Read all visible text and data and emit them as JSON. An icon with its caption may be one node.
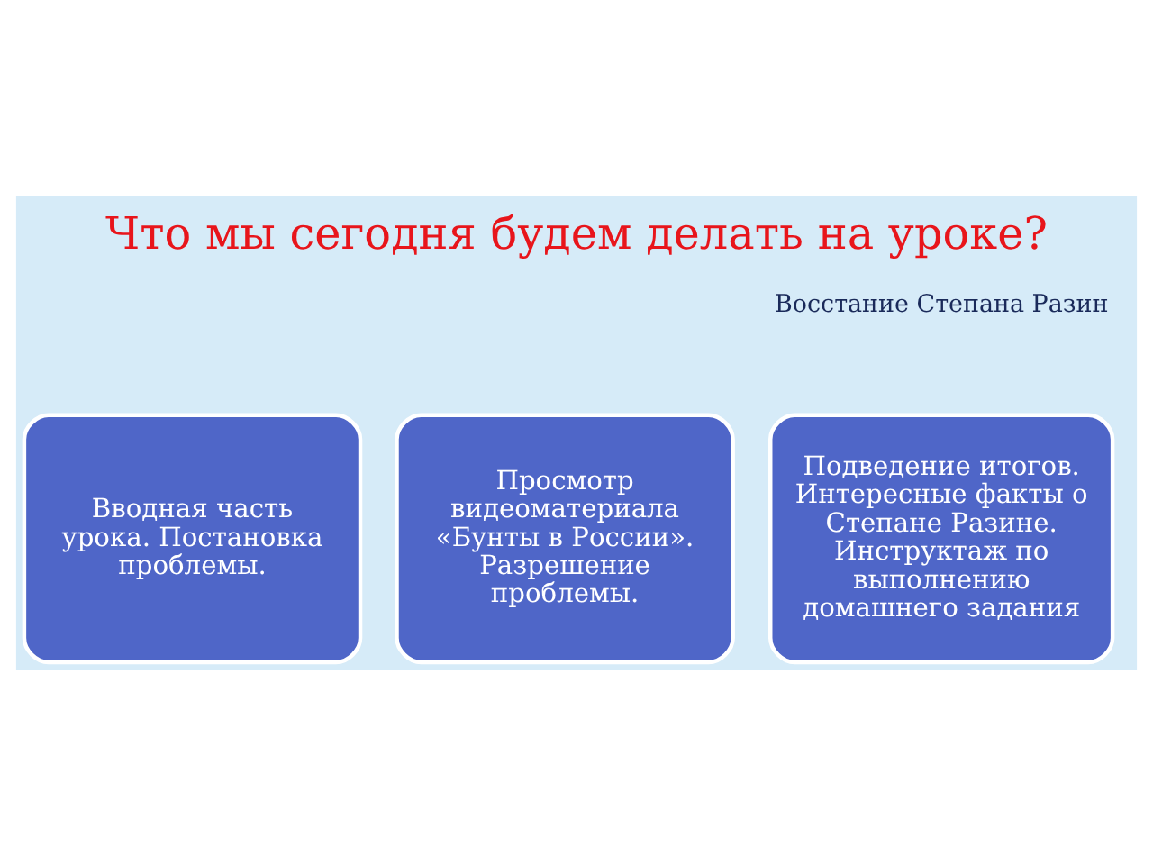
{
  "diagram": {
    "title": "Что мы сегодня будем делать на уроке?",
    "nodes": [
      {
        "text": [
          "Вводная часть урока. Постановка проблемы."
        ]
      },
      {
        "text": [
          "Просмотр видеоматериала «Бунты в России». Разрешение проблемы."
        ]
      },
      {
        "text": [
          "Подведение итогов. Интересные факты о Степане Разине. Инструктаж по выполнению домашнего задания"
        ]
      }
    ],
    "labels": [
      "Восстание Степана Разин"
    ]
  }
}
